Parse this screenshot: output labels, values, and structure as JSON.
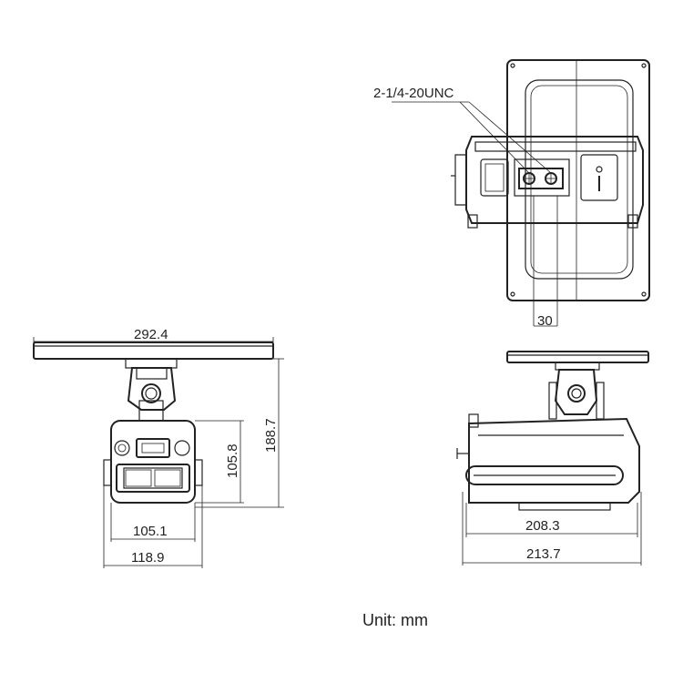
{
  "top_view": {
    "thread_callout": "2-1/4-20UNC",
    "hole_spacing": "30"
  },
  "front_view": {
    "overall_width": "292.4",
    "overall_height": "188.7",
    "body_height": "105.8",
    "body_width": "105.1",
    "housing_width": "118.9"
  },
  "side_view": {
    "body_length": "208.3",
    "overall_length": "213.7"
  },
  "footer": {
    "unit_note": "Unit: mm"
  }
}
